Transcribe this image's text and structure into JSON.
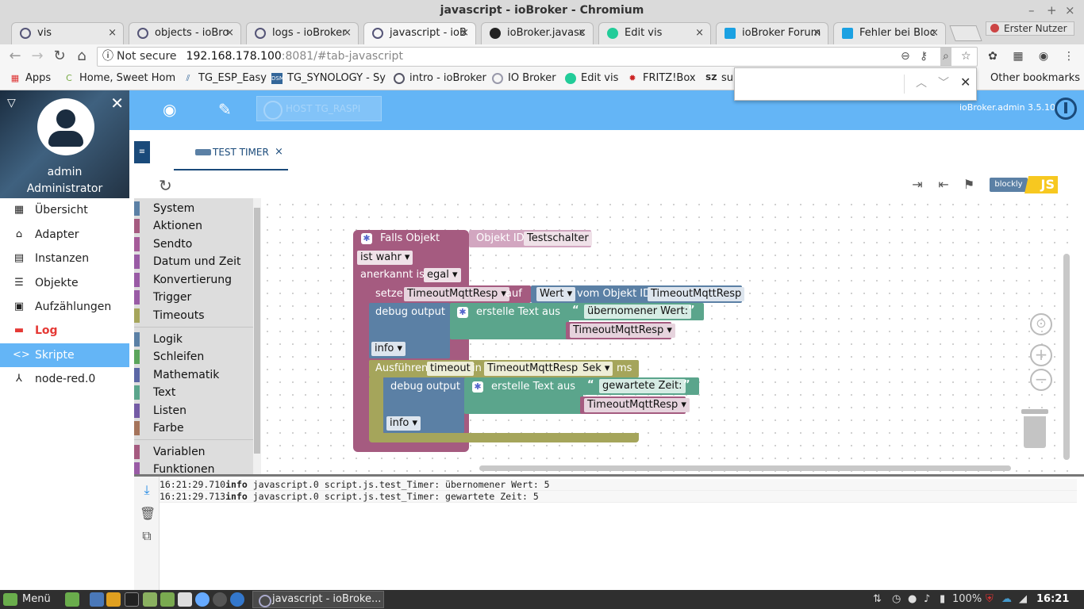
{
  "window": {
    "title": "javascript - ioBroker - Chromium",
    "profile": "Erster Nutzer"
  },
  "tabs": [
    {
      "label": "vis",
      "icon": "vis-icon"
    },
    {
      "label": "objects - ioBro",
      "icon": "iobroker-icon"
    },
    {
      "label": "logs - ioBroker",
      "icon": "iobroker-icon"
    },
    {
      "label": "javascript - ioB",
      "icon": "iobroker-icon"
    },
    {
      "label": "ioBroker.javasc",
      "icon": "github-icon"
    },
    {
      "label": "Edit vis",
      "icon": "vis-edit-icon"
    },
    {
      "label": "ioBroker Forum",
      "icon": "forum-icon"
    },
    {
      "label": "Fehler bei Bloc",
      "icon": "forum-icon"
    }
  ],
  "address": {
    "security": "Not secure",
    "host": "192.168.178.100",
    "rest": ":8081/#tab-javascript"
  },
  "bookmarks": [
    {
      "label": "Apps"
    },
    {
      "label": "Home, Sweet Hom"
    },
    {
      "label": "TG_ESP_Easy"
    },
    {
      "label": "TG_SYNOLOGY - Sy"
    },
    {
      "label": "intro - ioBroker"
    },
    {
      "label": "IO Broker"
    },
    {
      "label": "Edit vis"
    },
    {
      "label": "FRITZ!Box"
    },
    {
      "label": "su"
    },
    {
      "label": "Other bookmarks"
    }
  ],
  "user": {
    "name": "admin",
    "role": "Administrator"
  },
  "nav": [
    {
      "label": "Übersicht",
      "icon": "grid-icon"
    },
    {
      "label": "Adapter",
      "icon": "store-icon"
    },
    {
      "label": "Instanzen",
      "icon": "instances-icon"
    },
    {
      "label": "Objekte",
      "icon": "list-icon"
    },
    {
      "label": "Aufzählungen",
      "icon": "enum-icon"
    },
    {
      "label": "Log",
      "icon": "log-icon"
    },
    {
      "label": "Skripte",
      "icon": "code-icon"
    },
    {
      "label": "node-red.0",
      "icon": "node-red-icon"
    }
  ],
  "topbar": {
    "host": "HOST TG_RASPI",
    "version": "ioBroker.admin 3.5.10"
  },
  "script_tab": {
    "label": "TEST TIMER",
    "close": "×"
  },
  "mode": {
    "blockly": "blockly",
    "js": "JS"
  },
  "toolbox": {
    "group1": [
      {
        "label": "System",
        "color": "#5b80a5"
      },
      {
        "label": "Aktionen",
        "color": "#a55b80"
      },
      {
        "label": "Sendto",
        "color": "#a55b99"
      },
      {
        "label": "Datum und Zeit",
        "color": "#995ba5"
      },
      {
        "label": "Konvertierung",
        "color": "#995ba5"
      },
      {
        "label": "Trigger",
        "color": "#995ba5"
      },
      {
        "label": "Timeouts",
        "color": "#a5a55b"
      }
    ],
    "group2": [
      {
        "label": "Logik",
        "color": "#5b80a5"
      },
      {
        "label": "Schleifen",
        "color": "#5ba55b"
      },
      {
        "label": "Mathematik",
        "color": "#5b67a5"
      },
      {
        "label": "Text",
        "color": "#5ba58c"
      },
      {
        "label": "Listen",
        "color": "#745ba5"
      },
      {
        "label": "Farbe",
        "color": "#a5745b"
      }
    ],
    "group3": [
      {
        "label": "Variablen",
        "color": "#a55b80"
      },
      {
        "label": "Funktionen",
        "color": "#995ba5"
      }
    ]
  },
  "blocks": {
    "trigger_title": "Falls Objekt",
    "object_id_label": "Objekt ID",
    "object_id_value": "Testschalter",
    "condition": "ist wahr",
    "ack_label": "anerkannt ist",
    "ack_value": "egal",
    "set_label": "setze",
    "set_var": "TimeoutMqttResp",
    "set_auf": "auf",
    "wert": "Wert",
    "vom_objekt": "vom Objekt ID",
    "vom_value": "TimeoutMqttResp",
    "debug1": "debug output",
    "create_text1": "erstelle Text aus",
    "text1": "übernomener Wert:",
    "var1": "TimeoutMqttResp",
    "level1": "info",
    "timeout_label": "Ausführen",
    "timeout_name": "timeout",
    "timeout_in": "in",
    "timeout_var": "TimeoutMqttResp",
    "timeout_unit": "Sek",
    "timeout_ms": "ms",
    "debug2": "debug output",
    "create_text2": "erstelle Text aus",
    "text2": "gewartete Zeit:",
    "var2": "TimeoutMqttResp",
    "level2": "info"
  },
  "logs": [
    {
      "time": "16:21:29.710",
      "level": "info",
      "msg": " javascript.0 script.js.test_Timer: übernomener Wert: 5"
    },
    {
      "time": "16:21:29.713",
      "level": "info",
      "msg": " javascript.0 script.js.test_Timer: gewartete Zeit: 5"
    }
  ],
  "taskbar": {
    "start": "Menü",
    "task": "javascript - ioBroke...",
    "battery": "100%",
    "clock": "16:21"
  },
  "colors": {
    "accent": "#64b5f6",
    "dark": "#1a4a7a",
    "event_block": "#a55b80",
    "debug_block": "#5b80a5",
    "text_block": "#5ba58c",
    "timeout_block": "#a5a55b"
  }
}
